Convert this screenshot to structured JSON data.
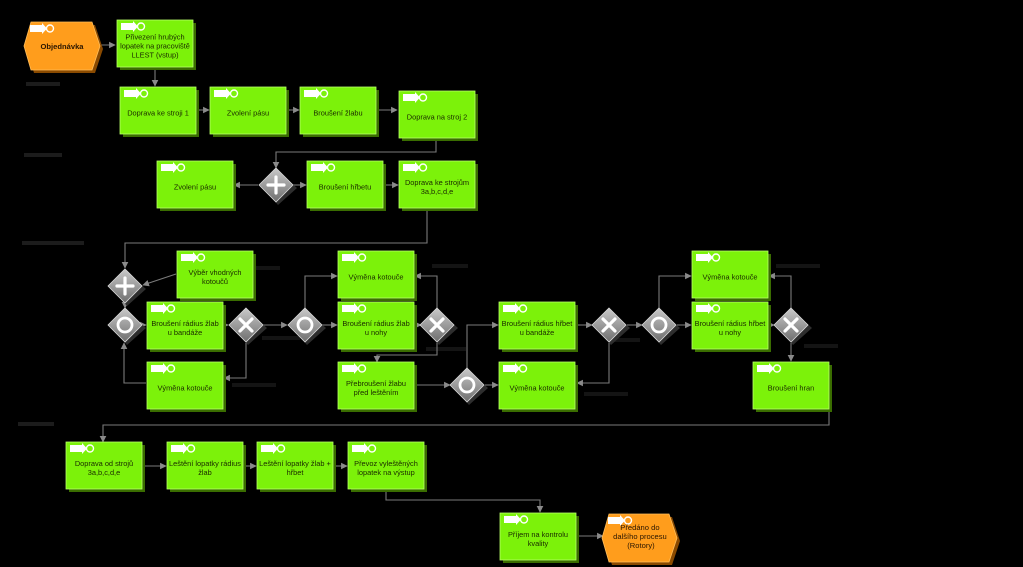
{
  "colors": {
    "function": "#7cf20a",
    "function_shadow": "#3a6d00",
    "event": "#ff9d1c",
    "event_shadow": "#8a4a00",
    "gateway": "#9a9a9a",
    "background": "#000000"
  },
  "events": {
    "start": "Objednávka",
    "end": [
      "Předáno do",
      "dalšího procesu",
      "(Rotory)"
    ]
  },
  "functions": {
    "f1": [
      "Přivezení hrubých",
      "lopatek na pracoviště",
      "LLEST (vstup)"
    ],
    "f2": [
      "Doprava ke stroji 1"
    ],
    "f3": [
      "Zvolení pásu"
    ],
    "f4": [
      "Broušení žlabu"
    ],
    "f5": [
      "Doprava na stroj 2"
    ],
    "f6": [
      "Zvolení pásu"
    ],
    "f7": [
      "Broušení hřbetu"
    ],
    "f8": [
      "Doprava ke strojům",
      "3a,b,c,d,e"
    ],
    "f9": [
      "Výběr vhodných",
      "kotoučů"
    ],
    "f10": [
      "Broušení rádius žlab",
      "u bandáže"
    ],
    "f11": [
      "Výměna kotouče"
    ],
    "f12": [
      "Výměna kotouče"
    ],
    "f13": [
      "Broušení rádius žlab",
      "u nohy"
    ],
    "f14": [
      "Přebroušení žlabu",
      "před leštěním"
    ],
    "f15": [
      "Broušení rádius hřbet",
      "u bandáže"
    ],
    "f16": [
      "Výměna kotouče"
    ],
    "f17": [
      "Výměna kotouče"
    ],
    "f18": [
      "Broušení rádius hřbet",
      "u nohy"
    ],
    "f19": [
      "Broušení hran"
    ],
    "f20": [
      "Doprava od strojů",
      "3a,b,c,d,e"
    ],
    "f21": [
      "Leštění lopatky rádius",
      "žlab"
    ],
    "f22": [
      "Leštění lopatky žlab +",
      "hřbet"
    ],
    "f23": [
      "Převoz vyleštěných",
      "lopatek na výstup"
    ],
    "f24": [
      "Příjem na kontrolu",
      "kvality"
    ]
  },
  "gateways": {
    "g1": "AND",
    "g2": "AND",
    "g3": "OR",
    "g4": "XOR",
    "g5": "OR",
    "g6": "XOR",
    "g7": "OR",
    "g8": "XOR",
    "g9": "OR",
    "g10": "XOR"
  }
}
